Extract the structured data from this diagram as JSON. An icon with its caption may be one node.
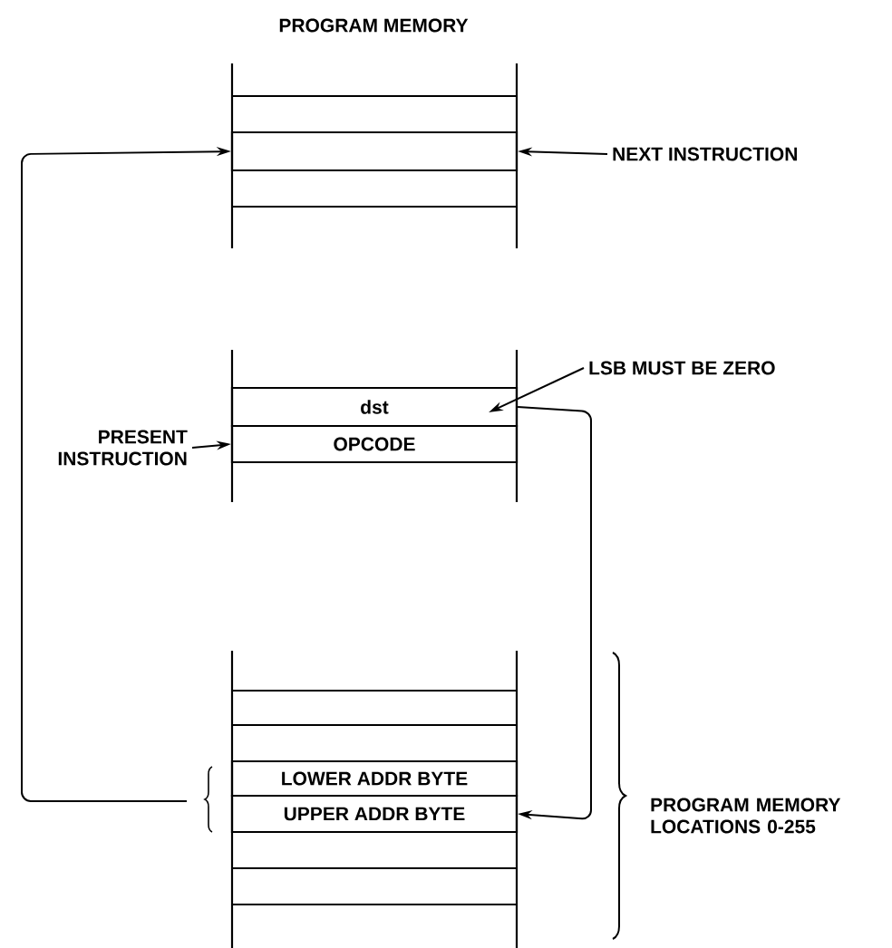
{
  "diagram": {
    "title": "PROGRAM MEMORY",
    "nodes": [
      {
        "text": [],
        "shape": "box"
      },
      {
        "text": [
          "NEXT INSTRUCTION"
        ]
      },
      {
        "text": [
          "dst"
        ]
      },
      {
        "text": [
          "OPCODE"
        ]
      },
      {
        "text": [
          "PRESENT INSTRUCTION"
        ]
      },
      {
        "text": [
          "LSB MUST BE ZERO"
        ]
      },
      {
        "text": [
          "LOWER ADDR BYTE"
        ]
      },
      {
        "text": [
          "UPPER ADDR BYTE"
        ]
      }
    ],
    "edges": [
      {
        "from": 1,
        "to": 0,
        "arrow": "to"
      },
      {
        "from": 4,
        "to": 3,
        "arrow": "to"
      },
      {
        "from": 5,
        "to": 2,
        "arrow": "to"
      },
      {
        "from": 2,
        "to": 7,
        "arrow": "to"
      },
      {
        "from": null,
        "to": 0,
        "arrow": "to"
      }
    ],
    "labels": [
      "PROGRAM MEMORY LOCATIONS 0-255"
    ]
  }
}
